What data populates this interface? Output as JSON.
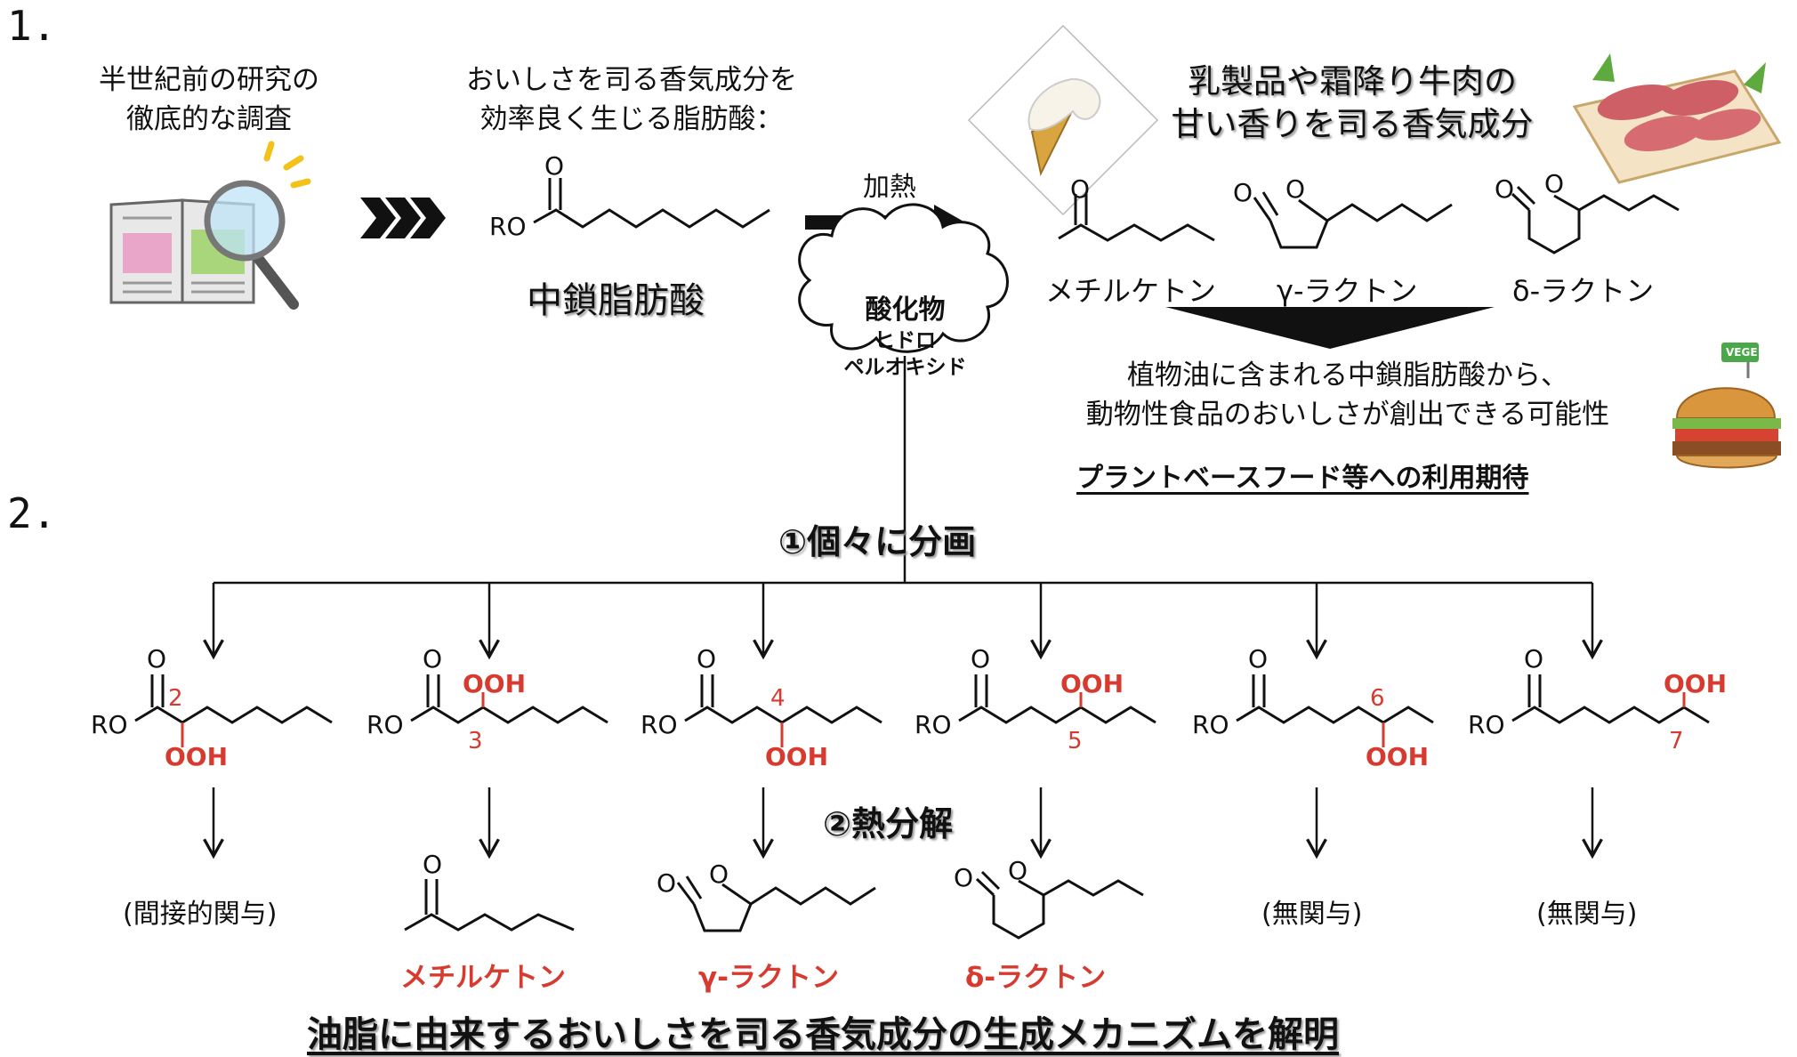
{
  "section1": {
    "number": "1.",
    "survey_caption": [
      "半世紀前の研究の",
      "徹底的な調査"
    ],
    "fatty_acid_caption": [
      "おいしさを司る香気成分を",
      "効率良く生じる脂肪酸："
    ],
    "fatty_acid_name": "中鎖脂肪酸",
    "heat_label": "加熱",
    "oxide_cloud": [
      "酸化物",
      "ヒドロ",
      "ペルオキシド"
    ],
    "aroma_caption": [
      "乳製品や霜降り牛肉の",
      "甘い香りを司る香気成分"
    ],
    "products": [
      "メチルケトン",
      "γ-ラクトン",
      "δ-ラクトン"
    ],
    "possibility": [
      "植物油に含まれる中鎖脂肪酸から、",
      "動物性食品のおいしさが創出できる可能性"
    ],
    "expectation": "プラントベースフード等への利用期待",
    "vege_tag": "VEGE"
  },
  "section2": {
    "number": "2.",
    "step1": "①個々に分画",
    "step2": "②熱分解",
    "ro": "RO",
    "ooh": "OOH",
    "o": "O",
    "positions": [
      "2",
      "3",
      "4",
      "5",
      "6",
      "7"
    ],
    "outcomes": [
      "(間接的関与)",
      "メチルケトン",
      "γ-ラクトン",
      "δ-ラクトン",
      "(無関与)",
      "(無関与)"
    ],
    "conclusion": "油脂に由来するおいしさを司る香気成分の生成メカニズムを解明"
  },
  "colors": {
    "accent_red": "#d73a2f",
    "arrow": "#111111"
  }
}
